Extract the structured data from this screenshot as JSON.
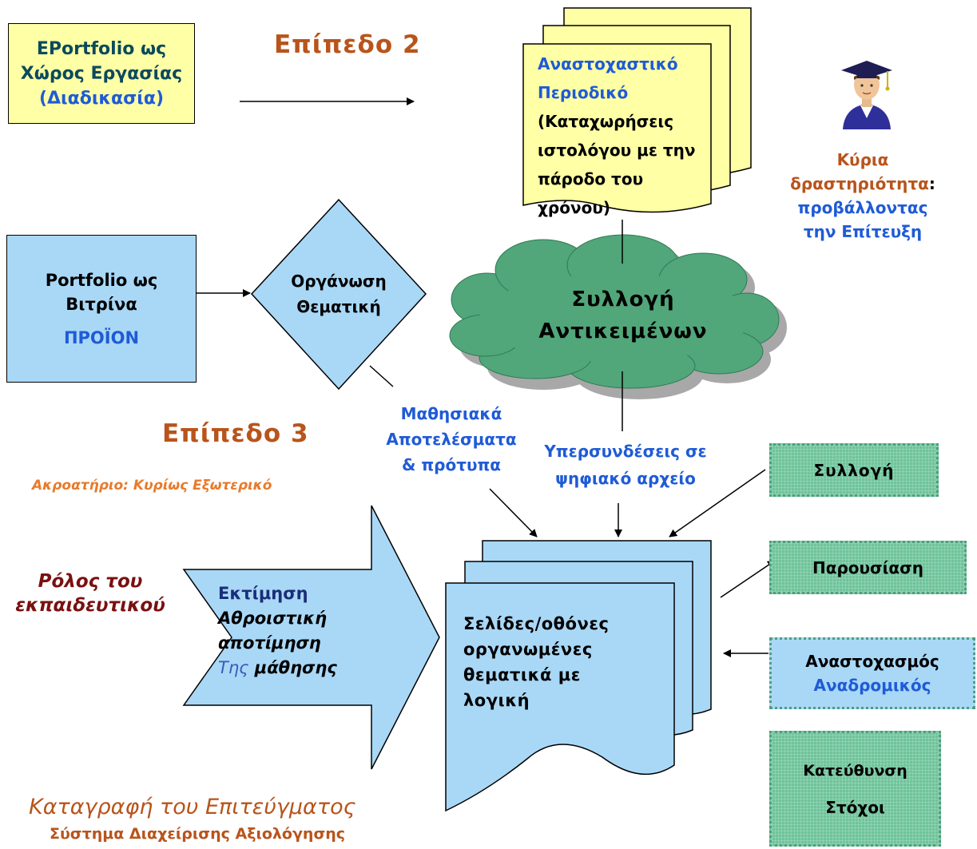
{
  "colors": {
    "yellow_fill": "#ffffa6",
    "blue_fill": "#a9d8f7",
    "cloud_fill": "#51a67a",
    "cloud_shadow": "#a8a8a8",
    "green_box": "#6fc49b",
    "dark_teal": "#0b4a5c",
    "blue_text": "#1f5bd6",
    "brown_text": "#b8541b",
    "dark_red_text": "#7a1010",
    "orange_text": "#e87a2a",
    "navy_text": "#1b2d78"
  },
  "eportfolio_box": {
    "line1": "EPortfolio ως",
    "line2": "Χώρος Εργασίας",
    "line3": "(Διαδικασία)"
  },
  "level2_heading": "Επίπεδο 2",
  "journal_doc": {
    "line1": "Αναστοχαστικό",
    "line2": "Περιοδικό",
    "line3": "(Καταχωρήσεις",
    "line4": "ιστολόγου με την",
    "line5": "πάροδο του χρόνου)"
  },
  "graduate_figure": {
    "icon": "graduate-student-icon"
  },
  "main_activity": {
    "line1": "Κύρια",
    "line2": "δραστηριότητα",
    "colon": ":",
    "line3": "προβάλλοντας",
    "line4": "την Επίτευξη"
  },
  "showcase_box": {
    "line1": "Portfolio ως",
    "line2": "Βιτρίνα",
    "line3": "ΠΡΟΪΟΝ"
  },
  "organization_diamond": {
    "line1": "Οργάνωση",
    "line2": "Θεματική"
  },
  "collection_cloud": {
    "line1": "Συλλογή",
    "line2": "Αντικειμένων"
  },
  "level3_heading": "Επίπεδο 3",
  "audience_note": "Ακροατήριο: Κυρίως Εξωτερικό",
  "learning_outcomes": {
    "line1": "Μαθησιακά",
    "line2": "Αποτελέσματα",
    "line3": "& πρότυπα"
  },
  "hyperlinks_label": {
    "line1": "Υπερσυνδέσεις σε",
    "line2": "ψηφιακό αρχείο"
  },
  "teacher_role": {
    "line1": "Ρόλος του",
    "line2": "εκπαιδευτικού"
  },
  "assessment_arrow": {
    "line1": "Εκτίμηση",
    "line2": "Αθροιστική",
    "line3": "αποτίμηση",
    "line4_a": "Της",
    "line4_b": " μάθησης"
  },
  "pages_doc": {
    "line1": "Σελίδες/οθόνες",
    "line2": "οργανωμένες",
    "line3": "θεματικά με",
    "line4": "λογική"
  },
  "green_collection": "Συλλογή",
  "green_presentation": "Παρουσίαση",
  "reflection_box": {
    "line1": "Αναστοχασμός",
    "line2": "Αναδρομικός"
  },
  "goals_box": {
    "line1": "Κατεύθυνση",
    "line2": "Στόχοι"
  },
  "footer": {
    "title": "Καταγραφή του Επιτεύγματος",
    "subtitle": "Σύστημα Διαχείρισης Αξιολόγησης"
  }
}
